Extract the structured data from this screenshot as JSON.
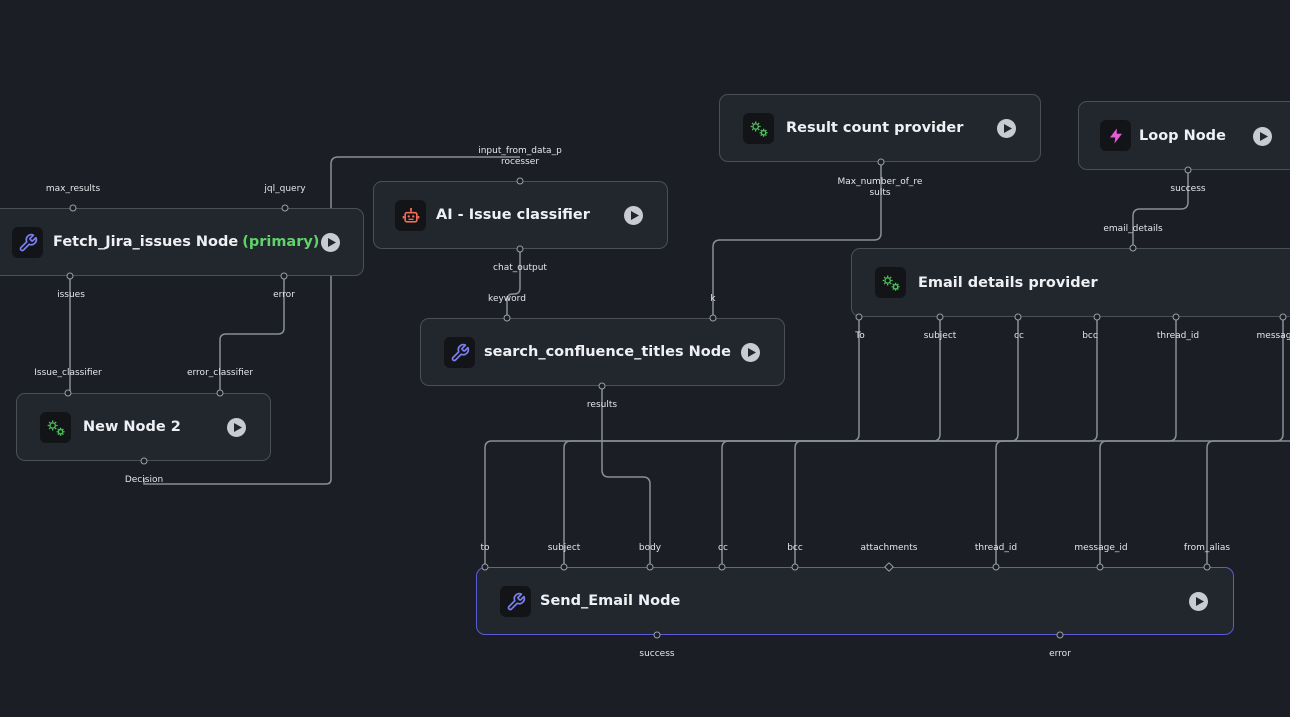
{
  "nodes": {
    "fetch_jira": {
      "title": "Fetch_Jira_issues Node",
      "tag": "(primary)",
      "icon": "wrench-icon"
    },
    "ai_classifier": {
      "title": "AI - Issue classifier",
      "icon": "robot-icon"
    },
    "result_count": {
      "title": "Result count provider",
      "icon": "gears-icon"
    },
    "loop": {
      "title": "Loop Node",
      "icon": "bolt-icon"
    },
    "email_details": {
      "title": "Email details provider",
      "icon": "gears-icon"
    },
    "search_confluence": {
      "title": "search_confluence_titles Node",
      "icon": "wrench-icon"
    },
    "new_node_2": {
      "title": "New Node 2",
      "icon": "gears-icon"
    },
    "send_email": {
      "title": "Send_Email Node",
      "icon": "wrench-icon"
    }
  },
  "ports": {
    "max_results": "max_results",
    "jql_query": "jql_query",
    "issues": "issues",
    "error_fetch": "error",
    "input_from_data_processer": "input_from_data_processer",
    "chat_output": "chat_output",
    "max_number_of_results": "Max_number_of_results",
    "success_loop": "success",
    "email_details": "email_details",
    "keyword": "keyword",
    "k": "k",
    "results": "results",
    "issue_classifier": "Issue_classifier",
    "error_classifier": "error_classifier",
    "decision": "Decision",
    "ed_to": "To",
    "ed_subject": "subject",
    "ed_cc": "cc",
    "ed_bcc": "bcc",
    "ed_thread_id": "thread_id",
    "ed_message": "messag",
    "se_to": "to",
    "se_subject": "subject",
    "se_body": "body",
    "se_cc": "cc",
    "se_bcc": "bcc",
    "se_attachments": "attachments",
    "se_thread_id": "thread_id",
    "se_message_id": "message_id",
    "se_from_alias": "from_alias",
    "se_success": "success",
    "se_error": "error"
  },
  "colors": {
    "background": "#1b1e24",
    "node_fill": "#22262d",
    "node_border": "#4a4f58",
    "selected_border": "#5b5bd6",
    "edge": "#8a8f98",
    "primary_tag": "#5fd36a"
  }
}
